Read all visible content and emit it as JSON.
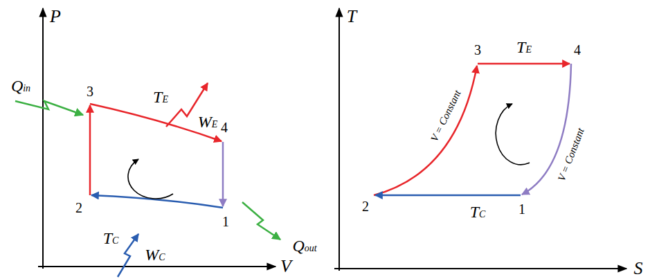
{
  "diagram": {
    "labels": [
      "P",
      "V",
      "3",
      "4",
      "2",
      "1",
      "Qin",
      "TE",
      "WE",
      "Qout",
      "TC",
      "WC",
      "T",
      "S",
      "3",
      "TE",
      "4",
      "V = Constant",
      "V = Constant",
      "2",
      "TC",
      "1"
    ]
  }
}
